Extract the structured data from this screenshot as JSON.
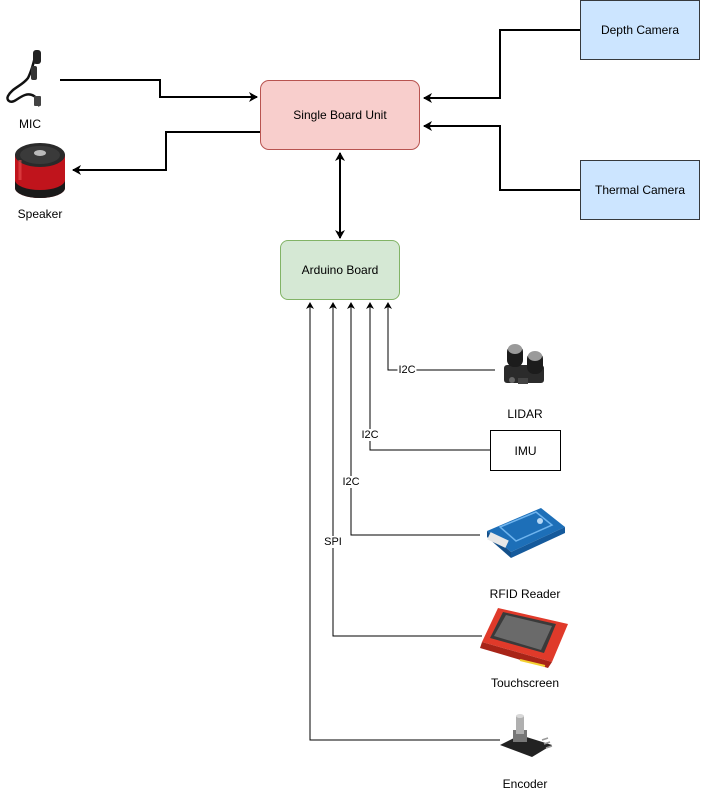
{
  "nodes": {
    "single_board_unit": "Single Board Unit",
    "arduino_board": "Arduino Board",
    "depth_camera": "Depth Camera",
    "thermal_camera": "Thermal Camera",
    "imu": "IMU",
    "mic": "MIC",
    "speaker": "Speaker",
    "lidar": "LIDAR",
    "rfid_reader": "RFID Reader",
    "touchscreen": "Touchscreen",
    "encoder": "Encoder"
  },
  "edge_labels": {
    "lidar": "I2C",
    "imu": "I2C",
    "rfid": "I2C",
    "touchscreen": "SPI"
  },
  "colors": {
    "sbu_fill": "#f8cecc",
    "sbu_stroke": "#b85450",
    "arduino_fill": "#d5e8d4",
    "arduino_stroke": "#82b366",
    "camera_fill": "#cce5ff",
    "camera_stroke": "#36393d"
  }
}
